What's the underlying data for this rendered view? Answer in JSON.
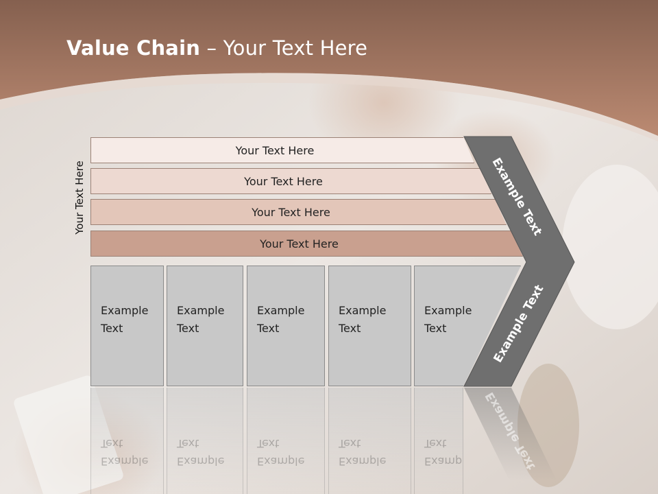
{
  "slide": {
    "title_bold": "Value Chain",
    "title_rest": " – Your Text Here",
    "side_label": "Your Text Here",
    "bars": [
      "Your Text Here",
      "Your Text Here",
      "Your Text Here",
      "Your Text Here"
    ],
    "boxes": [
      "Example\nText",
      "Example\nText",
      "Example\nText",
      "Example\nText",
      "Example\nText"
    ],
    "arrow_top": "Example Text",
    "arrow_bottom": "Example Text"
  },
  "colors": {
    "header": "#a8735c",
    "arrow": "#6f6f6f",
    "box": "#c8c8c8"
  }
}
